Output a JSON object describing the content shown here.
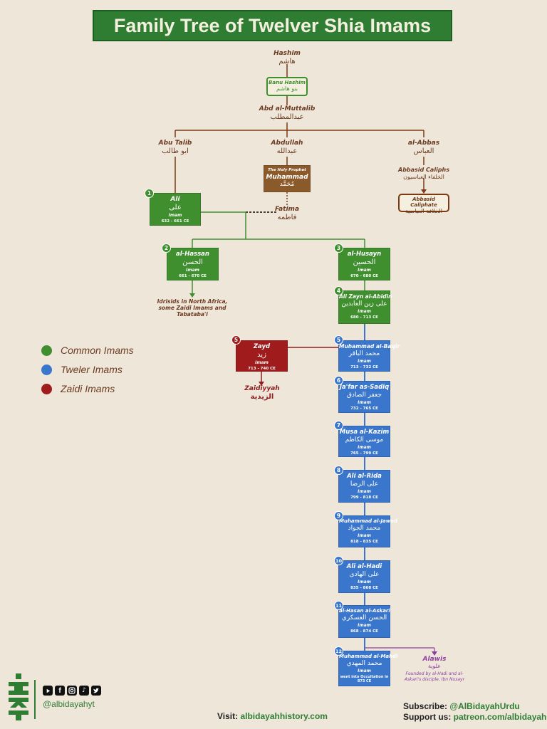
{
  "title": "Family Tree of Twelver Shia Imams",
  "colors": {
    "common": "#3f8f2f",
    "twelver": "#3a76cc",
    "zaidi": "#a01c1c",
    "line_brown": "#7a3b12",
    "line_purple": "#8e3fa0"
  },
  "ancestors": {
    "hashim": {
      "name": "Hashim",
      "ar": "هاشم"
    },
    "banu_hashim": {
      "name": "Banu Hashim",
      "ar": "بنو هاشم"
    },
    "abd_al_muttalib": {
      "name": "Abd al-Muttalib",
      "ar": "عبدالمطلب"
    },
    "abu_talib": {
      "name": "Abu Talib",
      "ar": "ابو طالب"
    },
    "abdullah": {
      "name": "Abdullah",
      "ar": "عبدالله"
    },
    "al_abbas": {
      "name": "al-Abbas",
      "ar": "العباس"
    },
    "prophet": {
      "caption": "The Holy Prophet",
      "name": "Muhammad",
      "ar": "مُحَمَّد"
    },
    "fatima": {
      "name": "Fatima",
      "ar": "فاطمه"
    },
    "abbasid_caliphs": {
      "name": "Abbasid Caliphs",
      "ar": "الخلفاء العباسيون"
    },
    "abbasid_caliphate": {
      "name": "Abbasid Caliphate",
      "ar": "الخلافة العباسية"
    }
  },
  "imams": [
    {
      "num": "1",
      "name": "Ali",
      "ar": "علی",
      "role": "Imam",
      "years": "632 - 661 CE"
    },
    {
      "num": "2",
      "name": "al-Hassan",
      "ar": "الحسن",
      "role": "Imam",
      "years": "661 - 670 CE"
    },
    {
      "num": "3",
      "name": "al-Husayn",
      "ar": "الحسين",
      "role": "Imam",
      "years": "670 - 680 CE"
    },
    {
      "num": "4",
      "name": "Ali Zayn al-Abidin",
      "ar": "علی زین العابدین",
      "role": "Imam",
      "years": "680 - 713 CE"
    },
    {
      "num": "5",
      "name": "Zayd",
      "ar": "زيد",
      "role": "Imam",
      "years": "713 - 740 CE"
    },
    {
      "num": "5",
      "name": "Muhammad al-Baqir",
      "ar": "محمد الباقر",
      "role": "Imam",
      "years": "713 - 732 CE"
    },
    {
      "num": "6",
      "name": "Ja'far as-Sadiq",
      "ar": "جعفر الصادق",
      "role": "Imam",
      "years": "732 - 765 CE"
    },
    {
      "num": "7",
      "name": "Musa al-Kazim",
      "ar": "موسى الكاظم",
      "role": "Imam",
      "years": "765 - 799 CE"
    },
    {
      "num": "8",
      "name": "Ali al-Rida",
      "ar": "علی الرضا",
      "role": "Imam",
      "years": "799 - 818 CE"
    },
    {
      "num": "9",
      "name": "Muhammad al-Jawad",
      "ar": "محمد الجواد",
      "role": "Imam",
      "years": "818 - 835 CE"
    },
    {
      "num": "10",
      "name": "Ali al-Hadi",
      "ar": "علی الهادی",
      "role": "Imam",
      "years": "835 - 868 CE"
    },
    {
      "num": "11",
      "name": "al-Hasan al-Askari",
      "ar": "الحسن العسكري",
      "role": "Imam",
      "years": "868 - 874 CE"
    },
    {
      "num": "12",
      "name": "Muhammad al-Mahdi",
      "ar": "محمد المهدي",
      "role": "Imam",
      "years": "went into Occultation in 873 CE"
    }
  ],
  "offshoots": {
    "idrisids": "Idrisids in North Africa, some Zaidi Imams and Tabataba'i",
    "zaidiyyah": {
      "name": "Zaidiyyah",
      "ar": "الزيدية"
    },
    "alawis": {
      "name": "Alawis",
      "ar": "علوية",
      "note": "Founded by al-Hadi and al-Askari's disciple, Ibn Nusayr"
    }
  },
  "legend": [
    {
      "label": "Common Imams",
      "color": "#3f8f2f"
    },
    {
      "label": "Tweler Imams",
      "color": "#3a76cc"
    },
    {
      "label": "Zaidi Imams",
      "color": "#a01c1c"
    }
  ],
  "footer": {
    "handle": "@albidayahyt",
    "visit_label": "Visit:",
    "visit_url": "albidayahhistory.com",
    "subscribe_label": "Subscribe:",
    "subscribe_value": "@AlBidayahUrdu",
    "support_label": "Support us:",
    "support_value": "patreon.com/albidayah",
    "social_icons": [
      "youtube-icon",
      "facebook-icon",
      "instagram-icon",
      "tiktok-icon",
      "twitter-icon"
    ]
  }
}
